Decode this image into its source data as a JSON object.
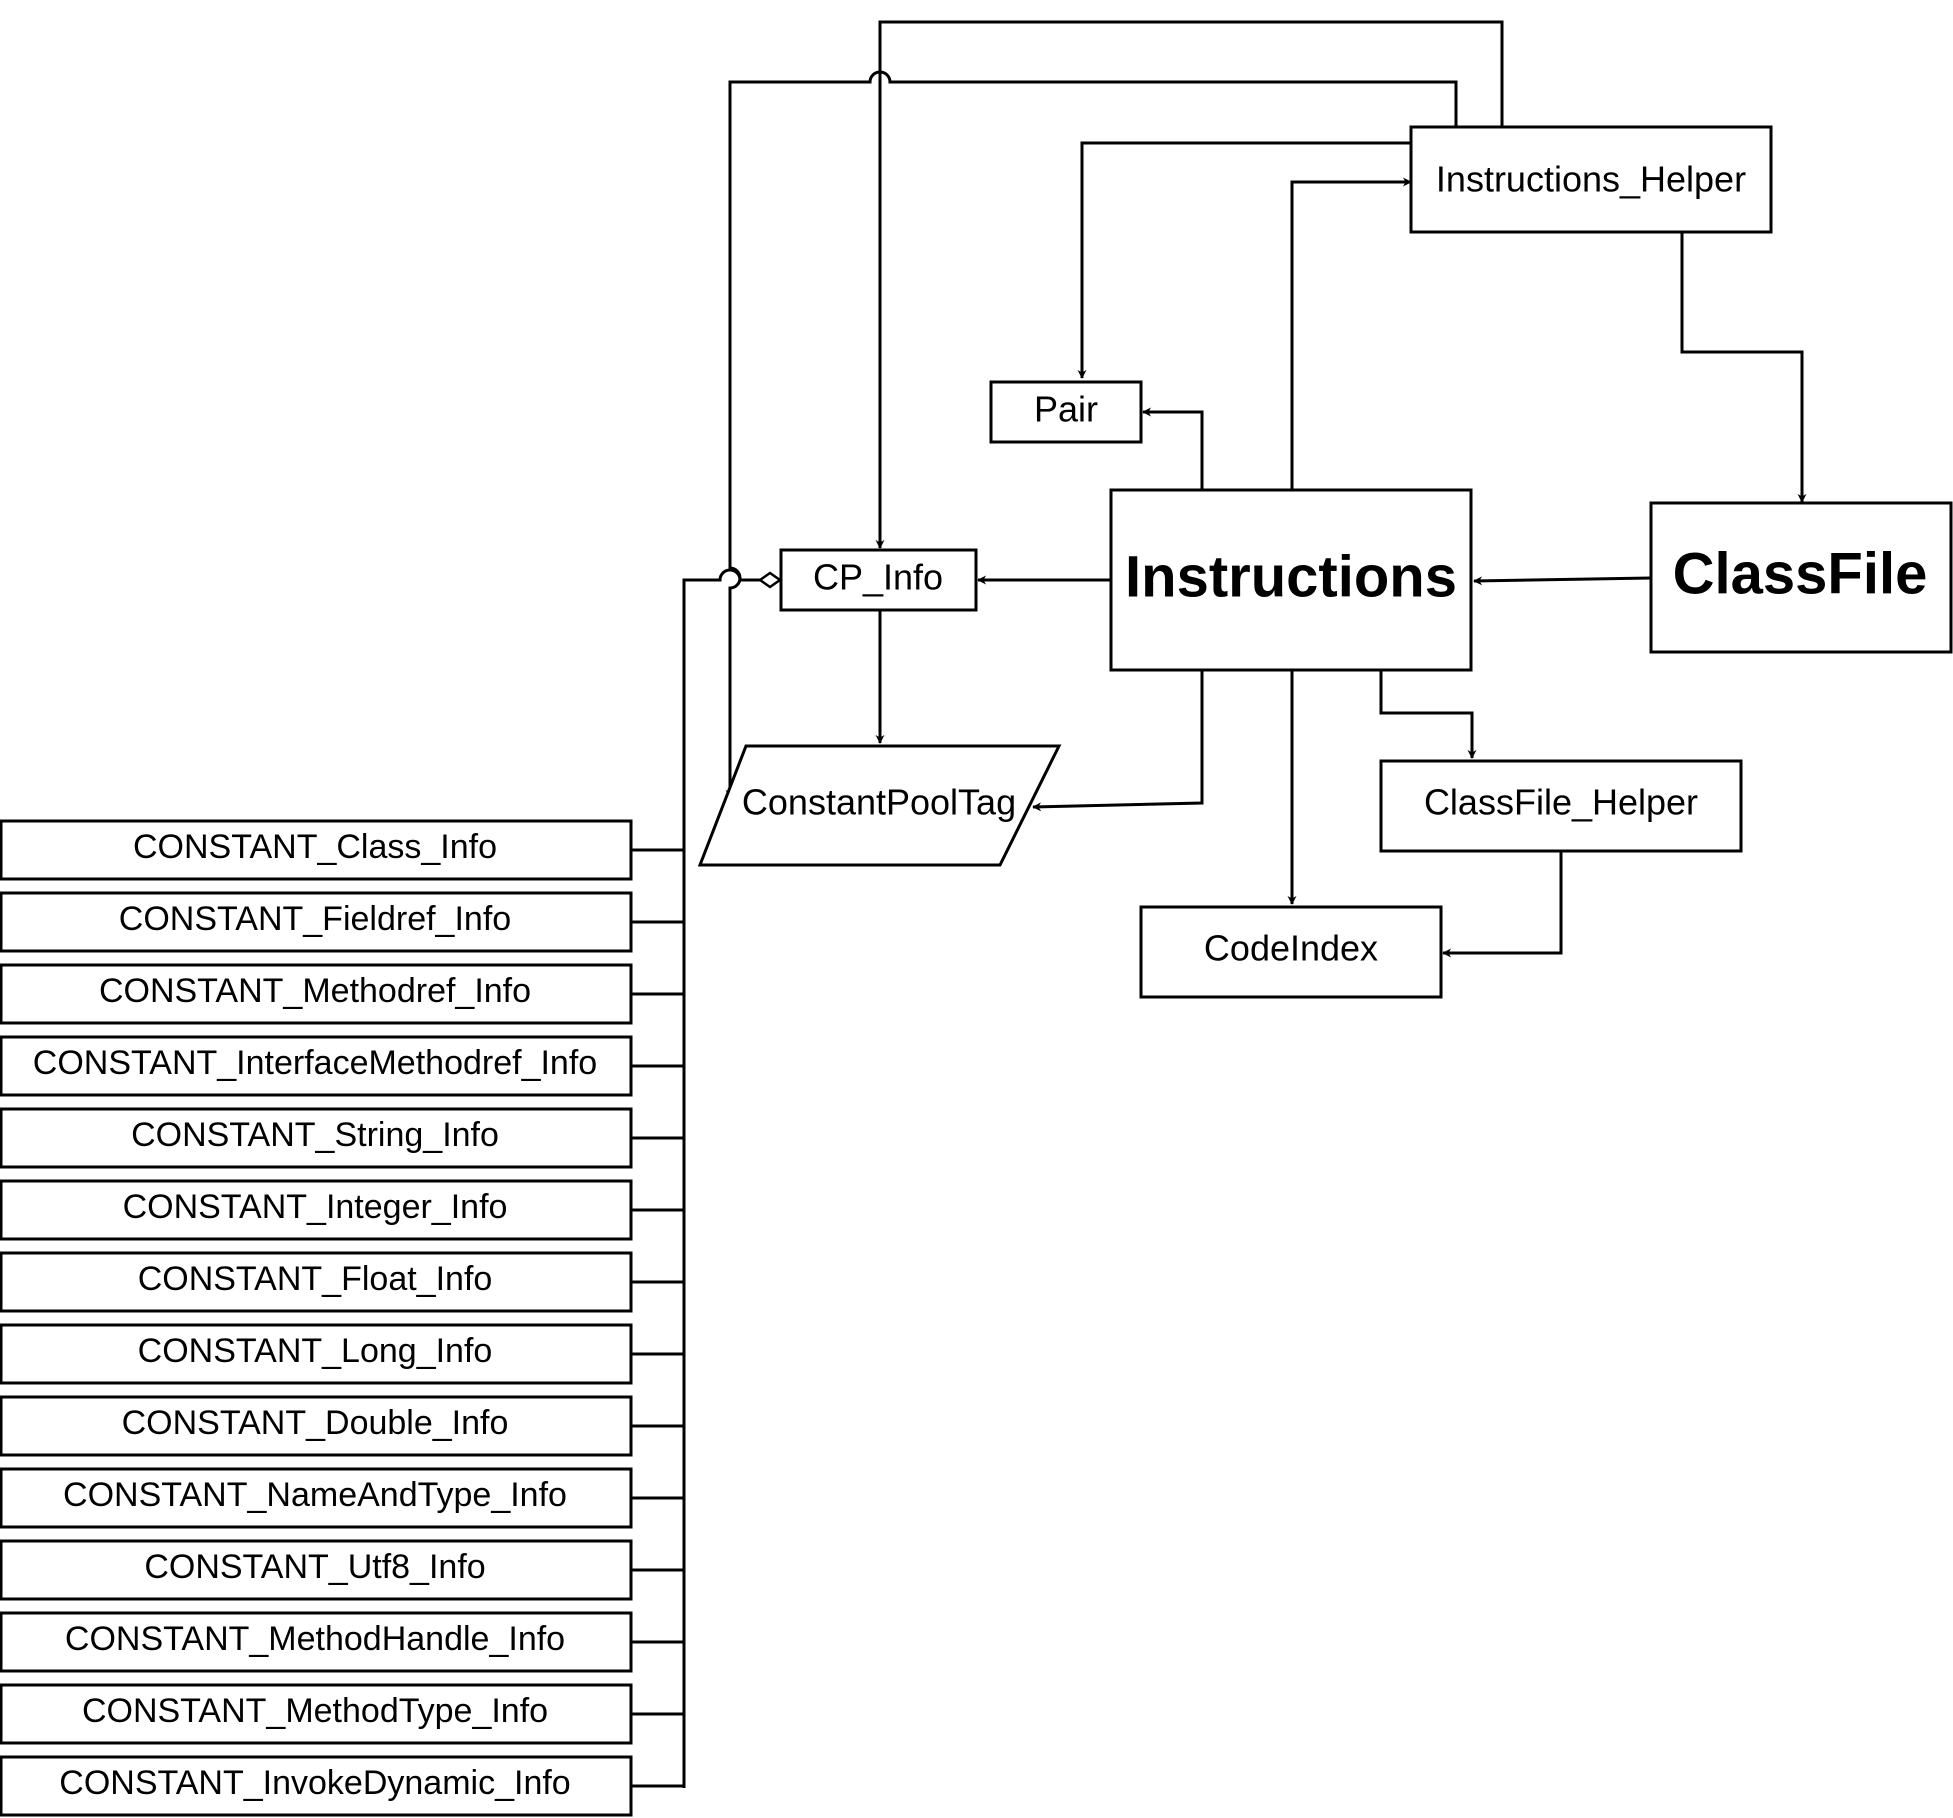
{
  "nodes": {
    "instructions_helper": "Instructions_Helper",
    "pair": "Pair",
    "cp_info": "CP_Info",
    "instructions": "Instructions",
    "classfile": "ClassFile",
    "constantpooltag": "ConstantPoolTag",
    "classfile_helper": "ClassFile_Helper",
    "codeindex": "CodeIndex"
  },
  "constants": [
    "CONSTANT_Class_Info",
    "CONSTANT_Fieldref_Info",
    "CONSTANT_Methodref_Info",
    "CONSTANT_InterfaceMethodref_Info",
    "CONSTANT_String_Info",
    "CONSTANT_Integer_Info",
    "CONSTANT_Float_Info",
    "CONSTANT_Long_Info",
    "CONSTANT_Double_Info",
    "CONSTANT_NameAndType_Info",
    "CONSTANT_Utf8_Info",
    "CONSTANT_MethodHandle_Info",
    "CONSTANT_MethodType_Info",
    "CONSTANT_InvokeDynamic_Info"
  ],
  "colors": {
    "stroke": "#000000",
    "fill": "#ffffff"
  }
}
